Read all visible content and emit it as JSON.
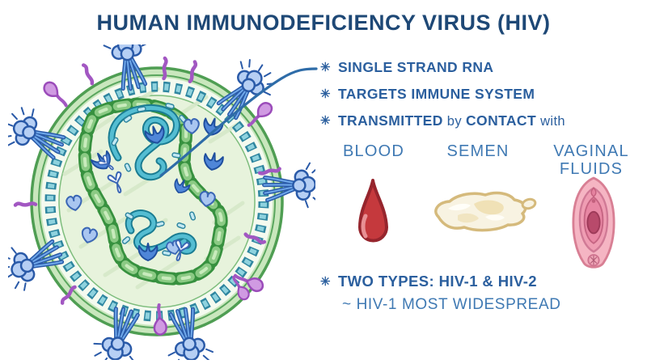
{
  "title": "HUMAN IMMUNODEFICIENCY VIRUS (HIV)",
  "facts": {
    "bullet": "✳",
    "items": [
      "SINGLE STRAND RNA",
      "TARGETS IMMUNE SYSTEM"
    ],
    "transmitted": {
      "p1": "TRANSMITTED",
      "p2": "by",
      "p3": "CONTACT",
      "p4": "with"
    }
  },
  "fluids": [
    {
      "label": "BLOOD",
      "label2": "",
      "icon": "blood-drop-icon"
    },
    {
      "label": "SEMEN",
      "label2": "",
      "icon": "semen-icon"
    },
    {
      "label": "VAGINAL",
      "label2": "FLUIDS",
      "icon": "vaginal-fluids-icon"
    }
  ],
  "types": {
    "bullet": "✳",
    "main": "TWO TYPES: HIV-1 & HIV-2",
    "sub": "~ HIV-1 MOST WIDESPREAD"
  },
  "illustration": {
    "subject": "HIV virion cross-section",
    "parts": [
      "viral envelope",
      "matrix protein ring",
      "capsid",
      "single strand RNA",
      "envelope spikes",
      "membrane proteins"
    ]
  },
  "palette": {
    "title_text": "#1e4876",
    "body_text": "#2b5f9e",
    "light_text": "#3f79b3",
    "virus_green": "#4f9e53",
    "capsid_green": "#8bca84",
    "rna_teal": "#54bdd2",
    "matrix_teal": "#8ed2de",
    "spike_blue": "#2a5aa8",
    "protein_purple": "#a257c2",
    "blood_red": "#c5393d",
    "semen_cream": "#f8f3e2",
    "vulva_pink": "#f5b5c3",
    "pointer_blue": "#2e6ca8"
  }
}
